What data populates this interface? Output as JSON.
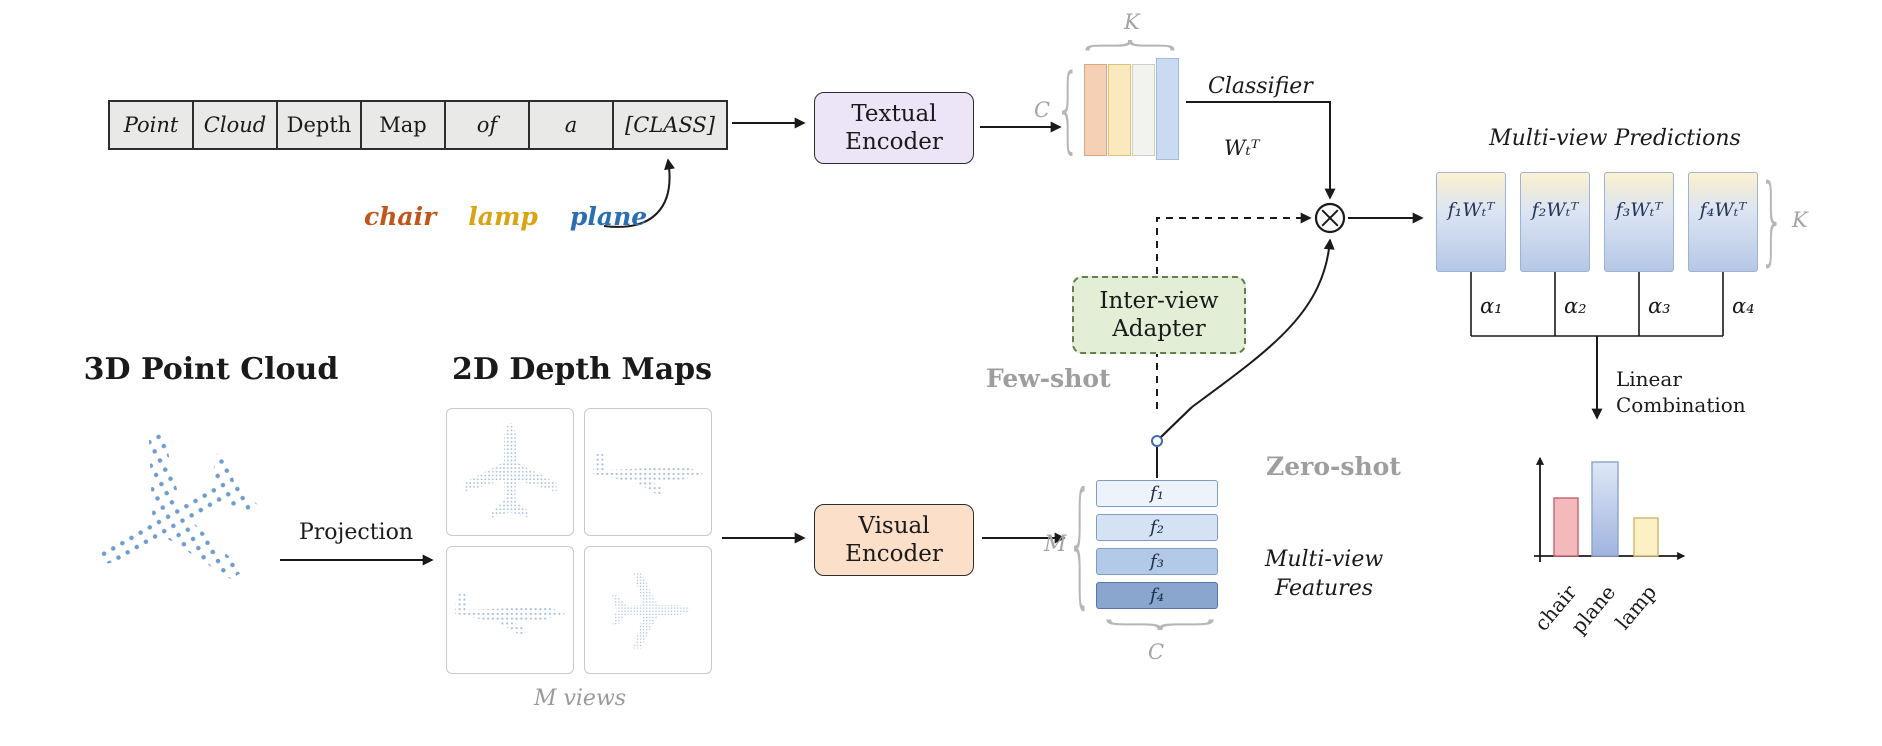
{
  "prompt": {
    "cells": [
      "Point",
      "Cloud",
      "Depth",
      "Map",
      "of",
      "a",
      "[CLASS]"
    ],
    "class_words": [
      {
        "text": "chair",
        "color": "#c0561b"
      },
      {
        "text": "lamp",
        "color": "#d9a413"
      },
      {
        "text": "plane",
        "color": "#2b6fb3"
      }
    ]
  },
  "encoders": {
    "textual": {
      "line1": "Textual",
      "line2": "Encoder"
    },
    "visual": {
      "line1": "Visual",
      "line2": "Encoder"
    },
    "adapter": {
      "line1": "Inter-view",
      "line2": "Adapter"
    }
  },
  "classifier": {
    "label": "Classifier",
    "weights": "Wₜᵀ",
    "dim_k": "K",
    "dim_c": "C"
  },
  "predictions": {
    "title": "Multi-view Predictions",
    "boxes": [
      "f₁Wₜᵀ",
      "f₂Wₜᵀ",
      "f₃Wₜᵀ",
      "f₄Wₜᵀ"
    ],
    "alphas": [
      "α₁",
      "α₂",
      "α₃",
      "α₄"
    ],
    "dim_k": "K",
    "combine": {
      "line1": "Linear",
      "line2": "Combination"
    }
  },
  "features": {
    "bars": [
      "f₁",
      "f₂",
      "f₃",
      "f₄"
    ],
    "dim_m": "M",
    "dim_c": "C",
    "caption": {
      "line1": "Multi-view",
      "line2": "Features"
    }
  },
  "paths": {
    "few_shot": "Few-shot",
    "zero_shot": "Zero-shot"
  },
  "left": {
    "point_cloud_title": "3D Point Cloud",
    "depth_maps_title": "2D Depth Maps",
    "projection": "Projection",
    "views_caption": "M views"
  },
  "result_chart": {
    "type": "bar",
    "categories": [
      "chair",
      "plane",
      "lamp"
    ],
    "values": [
      0.55,
      0.95,
      0.35
    ],
    "colors": [
      "#f3b9bd",
      "#b9c9ea",
      "#fcf0c4"
    ]
  }
}
